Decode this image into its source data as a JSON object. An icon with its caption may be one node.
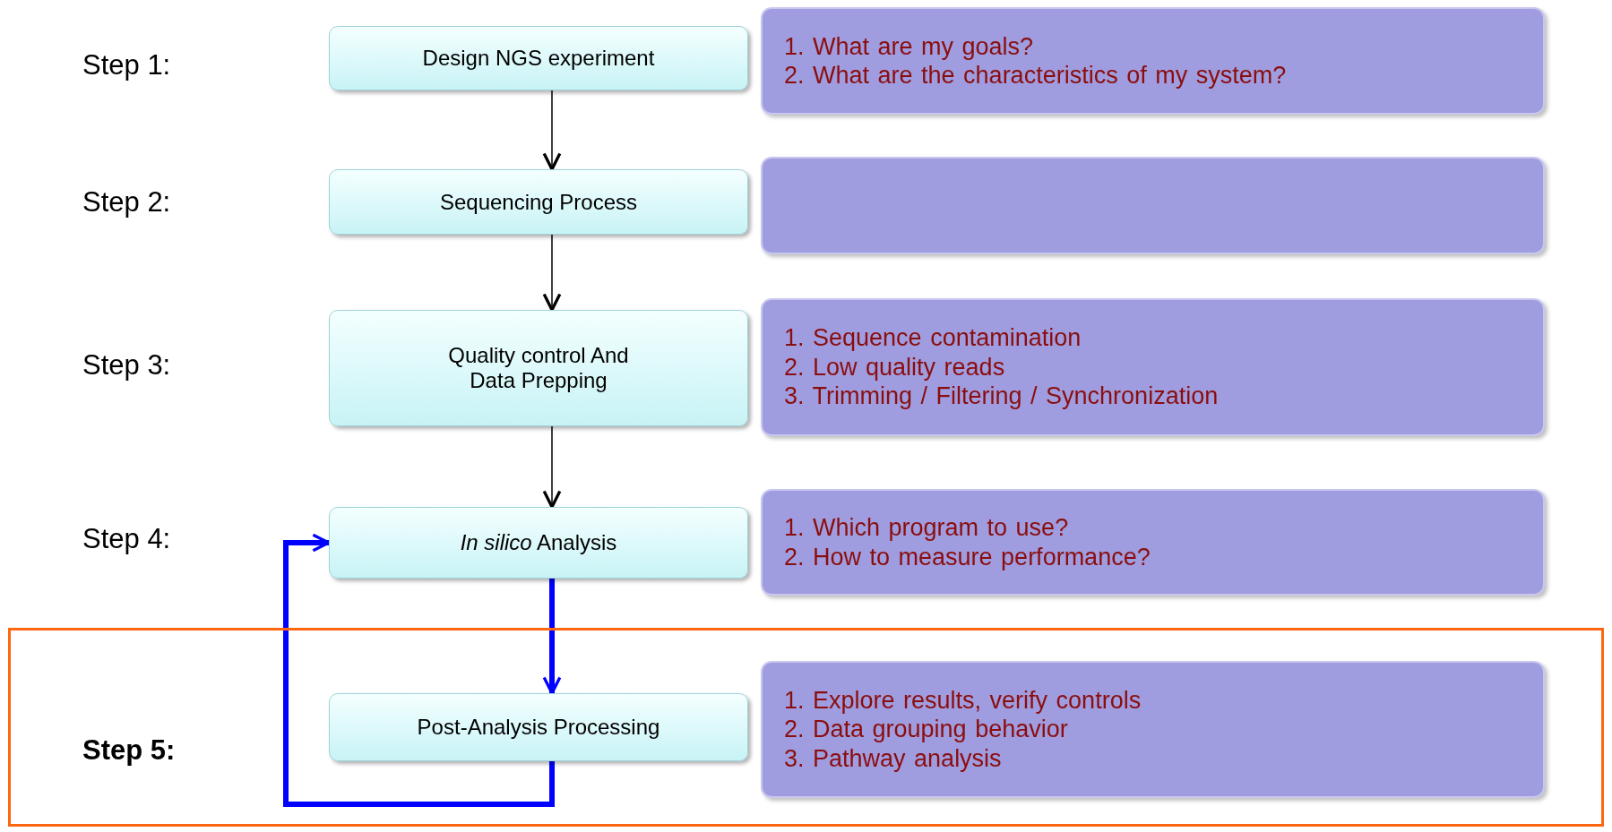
{
  "diagram": {
    "nodes": [
      {
        "text": [
          "Design NGS experiment"
        ]
      },
      {
        "text": [
          "1. What are my goals?",
          "2. What are the characteristics of my system?"
        ]
      },
      {
        "text": [
          "Sequencing Process"
        ]
      },
      {
        "text": [],
        "shape": "box"
      },
      {
        "text": [
          "Quality control And Data Prepping"
        ]
      },
      {
        "text": [
          "1. Sequence contamination",
          "2. Low quality reads",
          "3. Trimming / Filtering / Synchronization"
        ]
      },
      {
        "text": [
          "*In silico* Analysis"
        ]
      },
      {
        "text": [
          "1. Which program to use?",
          "2. How to measure performance?"
        ]
      },
      {
        "text": [],
        "shape": "box"
      },
      {
        "text": [
          "Post-Analysis Processing"
        ],
        "in": 8
      },
      {
        "text": [
          "1. Explore results, verify controls",
          "2. Data grouping behavior",
          "3. Pathway analysis"
        ],
        "in": 8
      }
    ],
    "edges": [
      {
        "from": 0,
        "to": 2,
        "arrow": "to"
      },
      {
        "from": 2,
        "to": 4,
        "arrow": "to"
      },
      {
        "from": 4,
        "to": 6,
        "arrow": "to"
      },
      {
        "from": 6,
        "to": 9,
        "arrow": "to",
        "style": "thick",
        "color": "#0000ff"
      },
      {
        "from": 9,
        "to": 6,
        "arrow": "to",
        "style": "thick",
        "color": "#0000ff"
      }
    ],
    "labels": [
      "Step 1:",
      "Step 2:",
      "Step 3:",
      "Step 4:",
      "Step 5:"
    ]
  }
}
